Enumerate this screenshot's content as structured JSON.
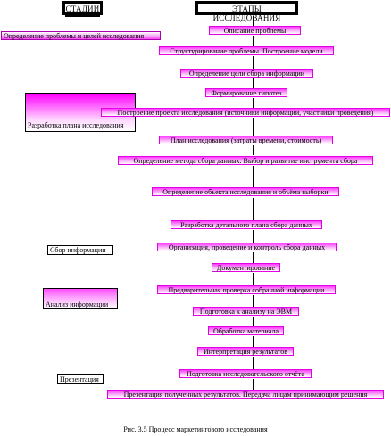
{
  "headers": {
    "stages": "СТАДИИ",
    "steps": "ЭТАПЫ ИССЛЕДОВАНИЯ"
  },
  "stages": [
    "Определение проблемы и целей исследования",
    "Разработка плана исследования",
    "Сбор информации",
    "Анализ информации",
    "Презентация"
  ],
  "steps": [
    "Описание проблемы",
    "Структурирование проблемы. Построение модели",
    "Определение цели сбора информации",
    "Формирование гипотез",
    "Построение проекта исследования (источники информации, участники проведения)",
    "План исследования (затраты времени, стоимость)",
    "Определение метода сбора данных. Выбор и развитие инструмента сбора",
    "Определение объекта исследования и объёма выборки",
    "Разработка детального плана сбора данных",
    "Организация, проведение и контроль сбора данных",
    "Документирование",
    "Предварительная проверка собранной информации",
    "Подготовка к анализу на ЭВМ",
    "Обработка материала",
    "Интерпретация результатов",
    "Подготовка исследовательского отчёта",
    "Презентация полученных результатов. Передача лицам принимающим решения"
  ],
  "caption": "Рис. 3.5 Процесс маркетингового исследования"
}
